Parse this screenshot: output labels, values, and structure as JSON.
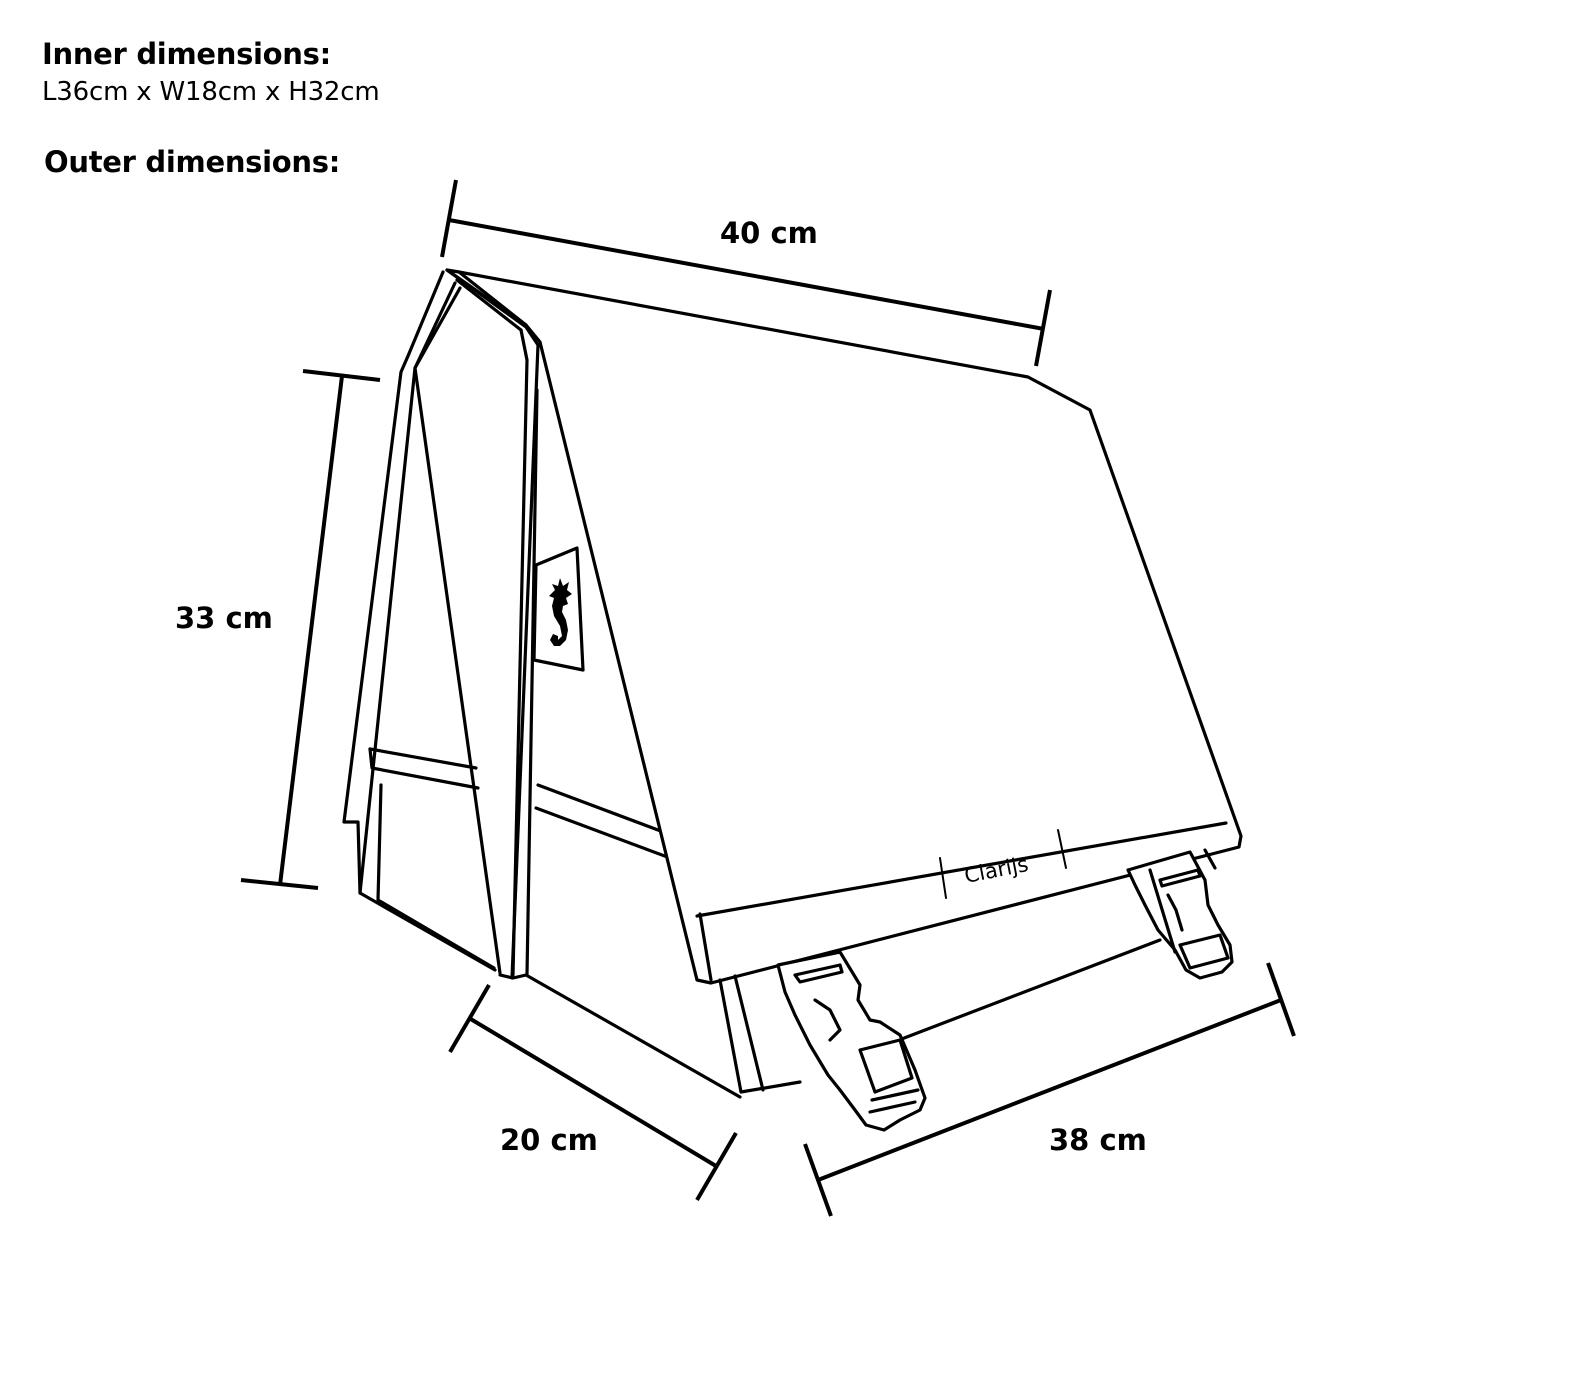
{
  "inner": {
    "heading": "Inner dimensions:",
    "values": "L36cm x W18cm x H32cm"
  },
  "outer": {
    "heading": "Outer dimensions:"
  },
  "dimensions": {
    "top_length": "40 cm",
    "height": "33 cm",
    "depth": "20 cm",
    "bottom_length": "38 cm"
  },
  "bag": {
    "brand_label": "Clarijs",
    "logo_icon": "seahorse-icon",
    "buckle_icon": "side-release-buckle-icon"
  },
  "colors": {
    "line": "#000000",
    "background": "#ffffff"
  }
}
